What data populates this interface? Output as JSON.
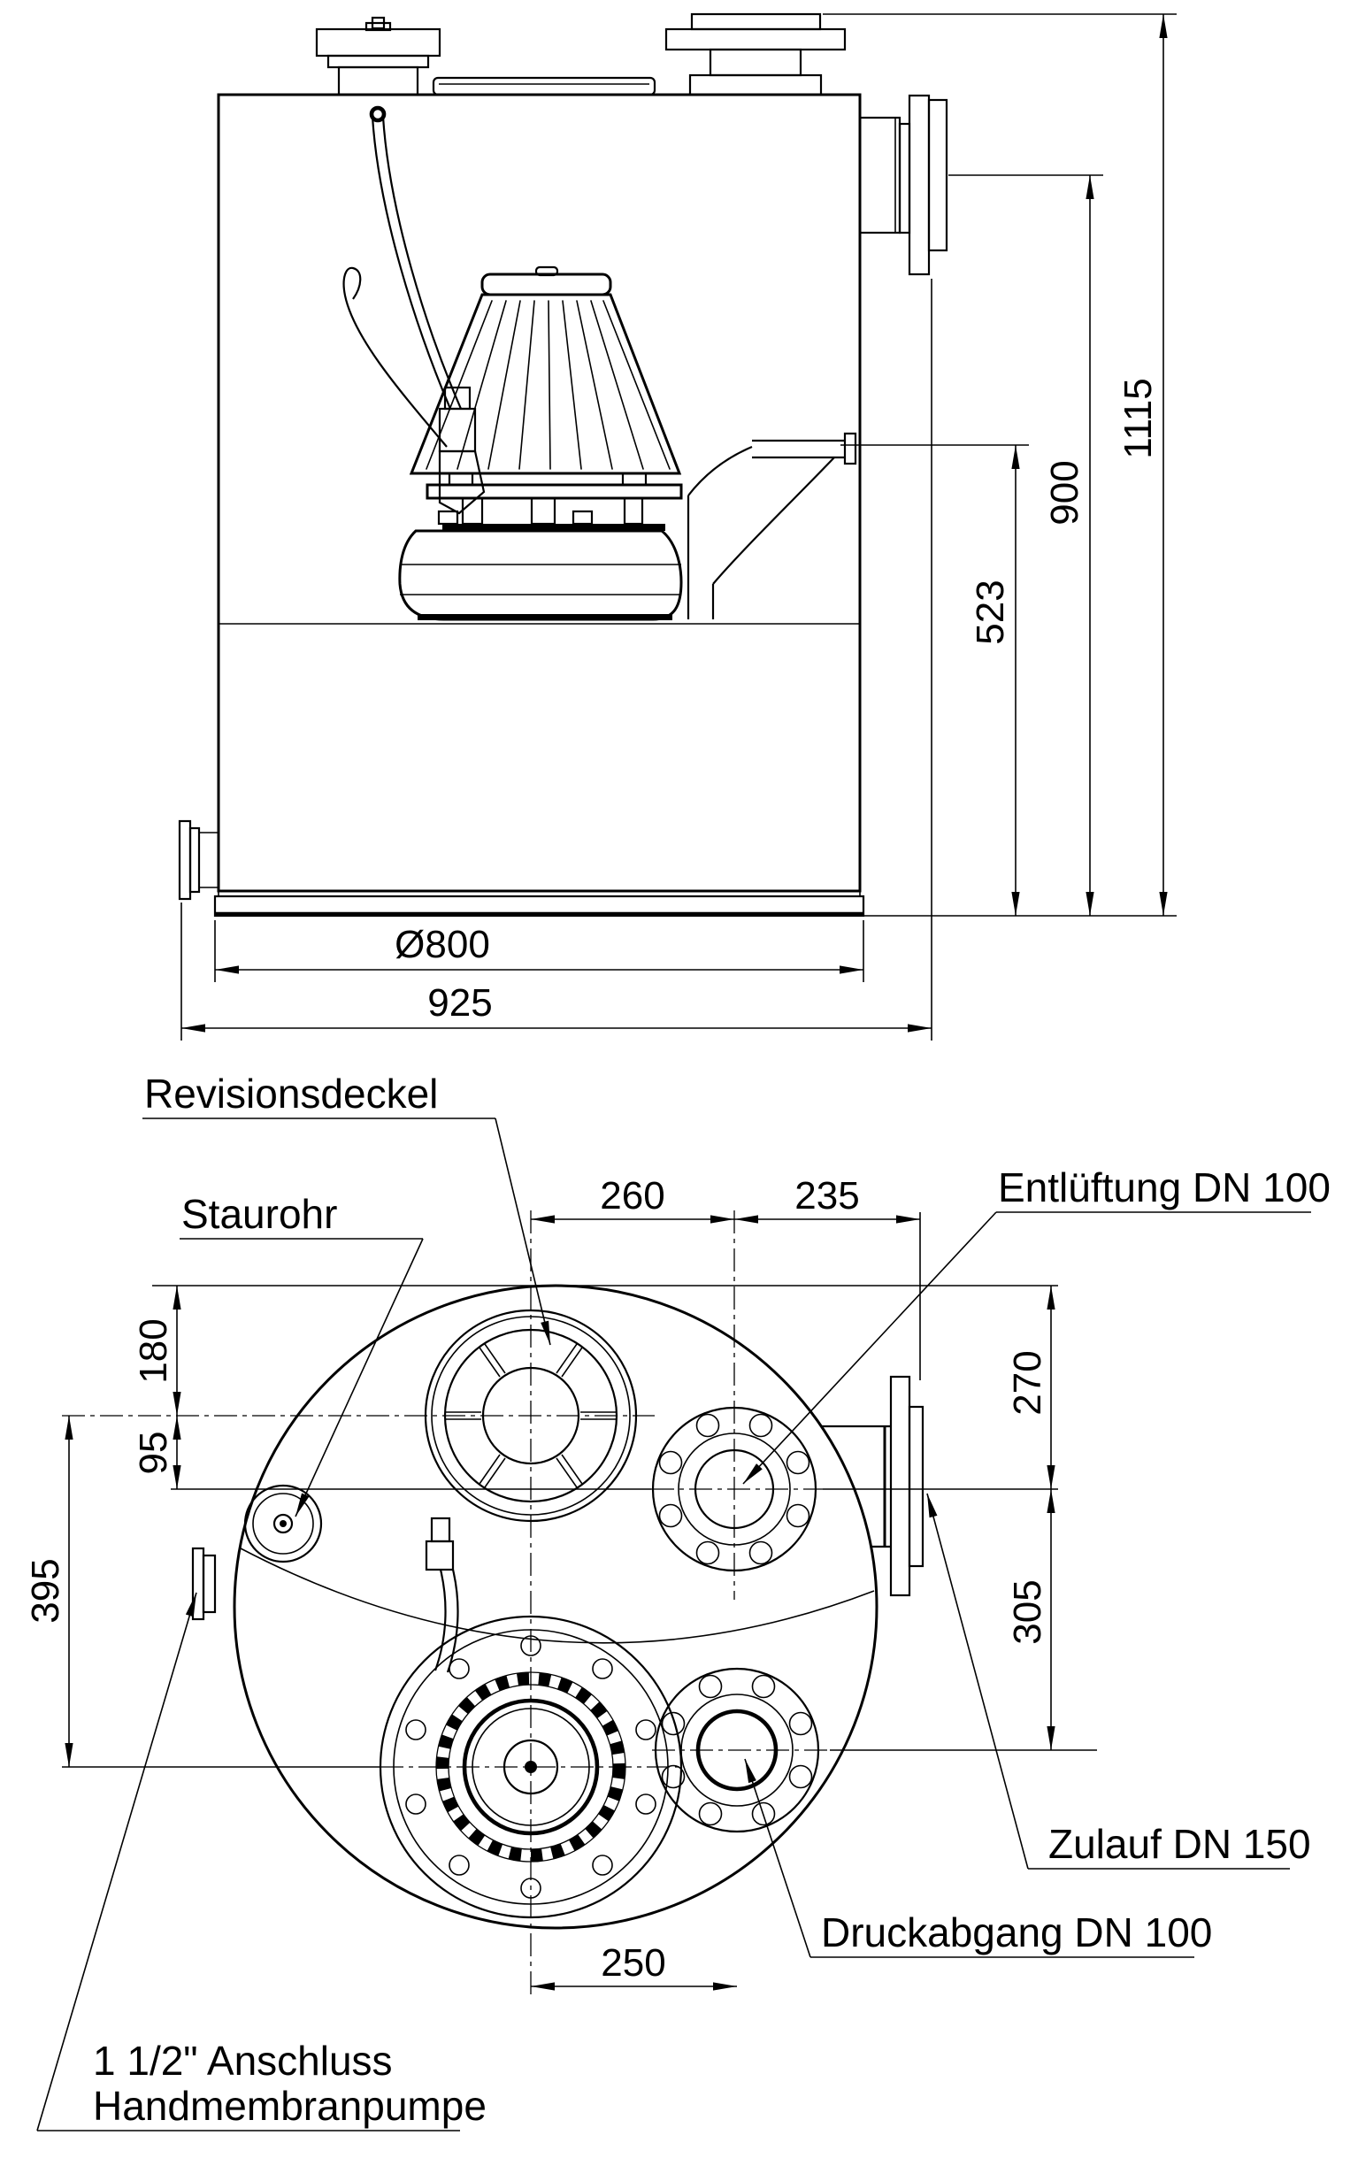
{
  "side_view": {
    "dim_total_height": "1115",
    "dim_inlet_height": "900",
    "dim_outlet_height": "523",
    "dim_tank_diameter": "Ø800",
    "dim_total_width": "925"
  },
  "top_view": {
    "dim_cover_to_vent": "260",
    "dim_vent_to_inlet_face": "235",
    "dim_top_to_cover_center": "180",
    "dim_cover_to_vent_center": "95",
    "dim_cover_to_pump_center": "395",
    "dim_top_to_vent_center": "270",
    "dim_vent_to_outlet_center": "305",
    "dim_pump_to_outlet_center": "250",
    "label_inspection_cover": "Revisionsdeckel",
    "label_stau_pipe": "Staurohr",
    "label_vent": "Entlüftung DN 100",
    "label_inlet": "Zulauf DN 150",
    "label_pressure_outlet": "Druckabgang DN 100",
    "label_handpump_line1": "1 1/2\" Anschluss",
    "label_handpump_line2": "Handmembranpumpe"
  }
}
